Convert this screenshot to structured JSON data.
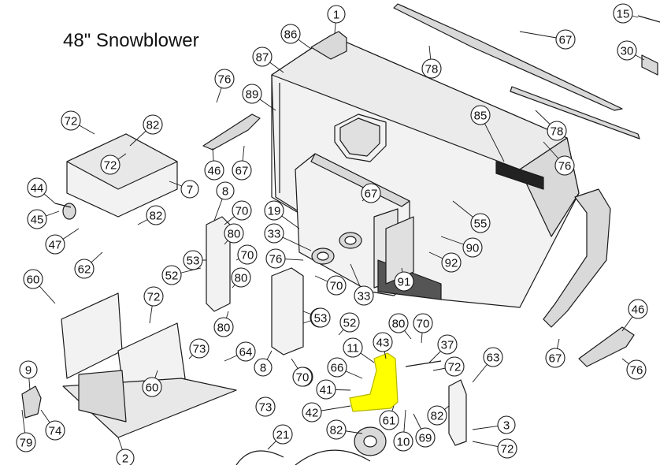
{
  "title": "48\" Snowblower",
  "colors": {
    "line": "#1a1a1a",
    "part_fill": "#f2f2f2",
    "part_shade": "#d9d9d9",
    "highlight": "#ffff00",
    "highlight_stroke": "#b5b500"
  },
  "labels": [
    "1",
    "15",
    "67",
    "78",
    "86",
    "87",
    "30",
    "89",
    "76",
    "85",
    "72",
    "82",
    "78",
    "76",
    "72",
    "7",
    "46",
    "67",
    "44",
    "45",
    "47",
    "82",
    "62",
    "8",
    "70",
    "80",
    "70",
    "80",
    "19",
    "67",
    "33",
    "76",
    "55",
    "53",
    "90",
    "92",
    "52",
    "70",
    "70",
    "33",
    "91",
    "53",
    "60",
    "72",
    "80",
    "52",
    "46",
    "80",
    "70",
    "43",
    "37",
    "11",
    "72",
    "63",
    "73",
    "64",
    "66",
    "41",
    "42",
    "8",
    "70",
    "53",
    "9",
    "61",
    "82",
    "3",
    "60",
    "73",
    "79",
    "74",
    "2",
    "21",
    "82",
    "10",
    "69",
    "72",
    "67",
    "76"
  ]
}
